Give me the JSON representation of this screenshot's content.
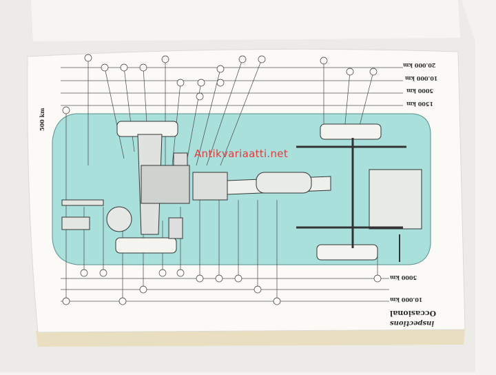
{
  "watermark": "Antikvariaatti.net",
  "top_labels": [
    "20.000 km",
    "10.000 km",
    "5000 km",
    "1500 km"
  ],
  "left_label": "500 km",
  "bottom_labels": [
    "5000 km",
    "10.000 km"
  ],
  "occasional": "Occasional",
  "inspections": "inspections",
  "colors": {
    "paper": "#faf8f4",
    "teal": "#a9e0dc",
    "ink": "#2a2a2a",
    "watermark": "#e33b3b"
  }
}
